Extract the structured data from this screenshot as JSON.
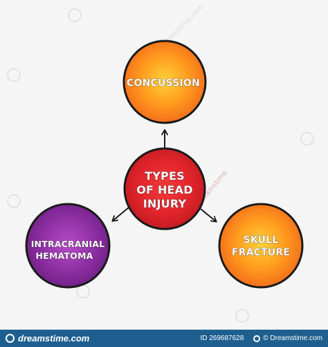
{
  "diagram": {
    "center": {
      "lines": [
        "TYPES",
        "OF HEAD",
        "INJURY"
      ],
      "color": "#d8232a"
    },
    "nodes": [
      {
        "id": "concussion",
        "lines": [
          "CONCUSSION"
        ],
        "color": "#f47a20"
      },
      {
        "id": "intracranial-hematoma",
        "lines": [
          "INTRACRANIAL",
          "HEMATOMA"
        ],
        "color": "#7a2a8c"
      },
      {
        "id": "skull-fracture",
        "lines": [
          "SKULL",
          "FRACTURE"
        ],
        "color": "#f47a20"
      }
    ]
  },
  "watermark": {
    "texts": [
      "dreamstime.com",
      "dreamstime"
    ]
  },
  "footer": {
    "brand": "dreamstime.com",
    "id_text": "ID 269687628",
    "credit": "© Dreamstime.com",
    "brand_color": "#1f5f8f"
  }
}
